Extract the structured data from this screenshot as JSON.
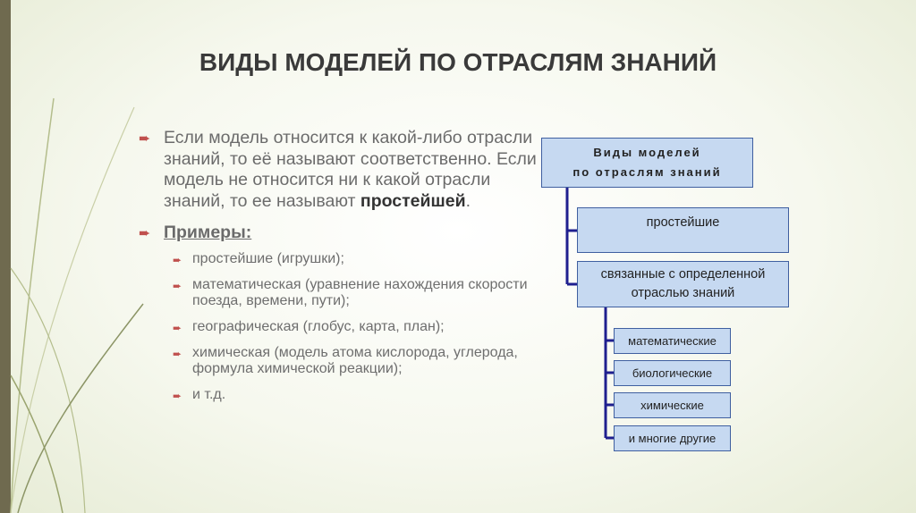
{
  "slide": {
    "title": "ВИДЫ МОДЕЛЕЙ ПО ОТРАСЛЯМ ЗНАНИЙ"
  },
  "content": {
    "intro_text": "Если модель относится к какой-либо отрасли  знаний, то её называют соответственно. Если модель не относится ни к какой отрасли знаний, то ее называют ",
    "intro_strong": "простейшей",
    "intro_end": ".",
    "examples_label": "Примеры:",
    "examples": [
      "простейшие (игрушки);",
      "математическая (уравнение нахождения скорости поезда, времени, пути);",
      "географическая (глобус, карта, план);",
      "химическая (модель атома кислорода, углерода, формула химической реакции);",
      "и т.д."
    ]
  },
  "diagram": {
    "root": "Виды моделей\nпо отраслям знаний",
    "simple": "простейшие",
    "branch": "связанные с определенной\nотраслью знаний",
    "leaves": [
      "математические",
      "биологические",
      "химические",
      "и многие другие"
    ]
  },
  "colors": {
    "box_fill": "#c6d9f1",
    "box_border": "#3f5fa0",
    "connector": "#1f1f8f",
    "bullet_arrow": "#c0504d"
  }
}
